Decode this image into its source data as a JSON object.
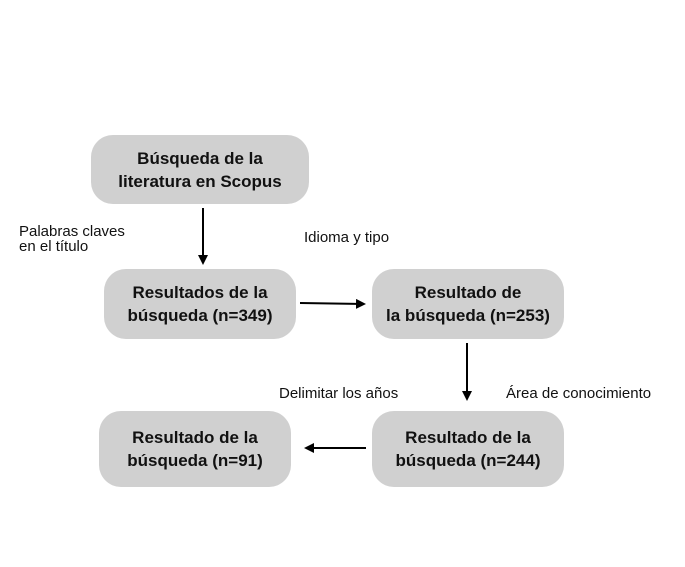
{
  "nodes": {
    "search": {
      "line1": "Búsqueda de la",
      "line2": "literatura en Scopus"
    },
    "results_349": {
      "line1": "Resultados de la",
      "line2": "búsqueda (n=349)"
    },
    "results_253": {
      "line1": "Resultado de",
      "line2": "la búsqueda (n=253)"
    },
    "results_244": {
      "line1": "Resultado de la",
      "line2": "búsqueda (n=244)"
    },
    "results_91": {
      "line1": "Resultado de la",
      "line2": "búsqueda (n=91)"
    }
  },
  "edge_labels": {
    "keywords_line1": "Palabras claves",
    "keywords_line2": "en el título",
    "language_type": "Idioma y tipo",
    "knowledge_area": "Área de conocimiento",
    "delimit_years": "Delimitar los años"
  },
  "colors": {
    "box_fill": "#d0d0d0",
    "arrow": "#000000",
    "text": "#111111"
  }
}
